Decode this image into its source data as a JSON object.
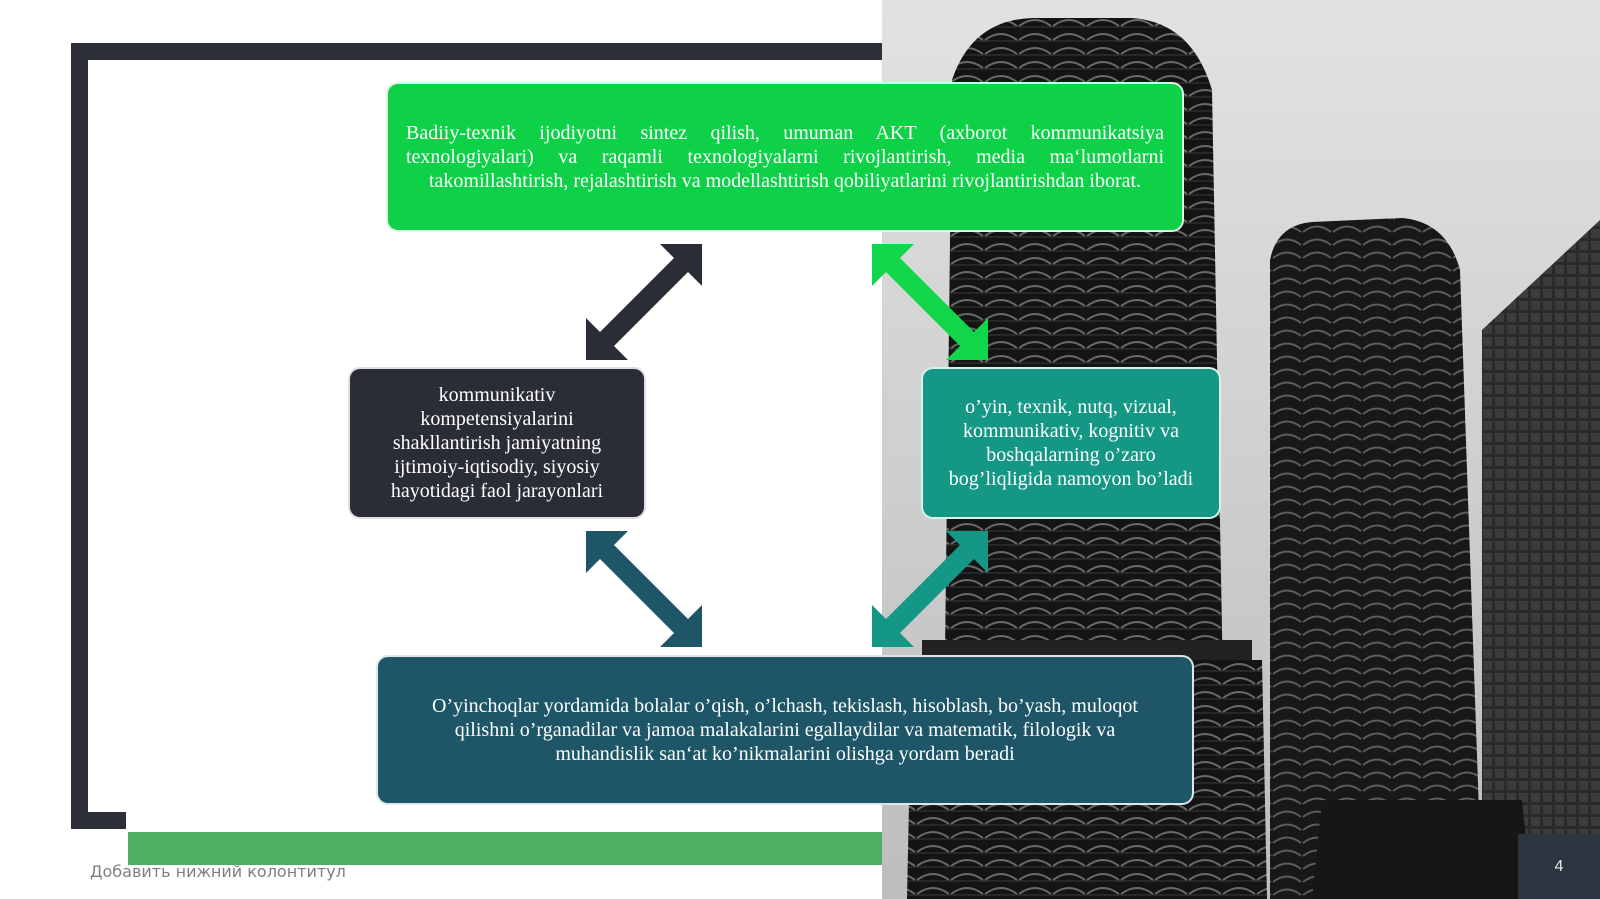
{
  "slide": {
    "top_box_text": "Badiiy-texnik ijodiyotni sintez qilish, umuman AKT (axborot kommunikatsiya texnologiyalari) va raqamli texnologiyalarni rivojlantirish, media ma‘lumotlarni takomillashtirish, rejalashtirish va modellashtirish qobiliyatlarini rivojlantirishdan iborat.",
    "left_box_text": "kommunikativ kompetensiyalarini shakllantirish jamiyatning ijtimoiy-iqtisodiy, siyosiy hayotidagi faol jarayonlari",
    "right_box_text": "o’yin, texnik, nutq, vizual, kommunikativ, kognitiv va boshqalarning o’zaro bog’liqligida namoyon bo’ladi",
    "bottom_box_text": "O’yinchoqlar yordamida bolalar o’qish, o’lchash, tekislash, hisoblash, bo’yash, muloqot qilishni o’rganadilar va jamoa malakalarini egallaydilar va matematik, filologik va muhandislik san‘at ko’nikmalarini olishga yordam beradi"
  },
  "footer": {
    "text": "Добавить нижний колонтитул",
    "page_number": "4"
  },
  "colors": {
    "top_box": "#0fd148",
    "left_box": "#2b2d36",
    "right_box": "#149784",
    "bottom_box": "#1e5668",
    "frame": "#2c2e38",
    "accent_bar": "#4caf62"
  },
  "icons": {
    "arrow_top_left": "double-arrow-icon",
    "arrow_top_right": "double-arrow-icon",
    "arrow_bottom_left": "double-arrow-icon",
    "arrow_bottom_right": "double-arrow-icon",
    "photo": "building-towers-photo"
  }
}
